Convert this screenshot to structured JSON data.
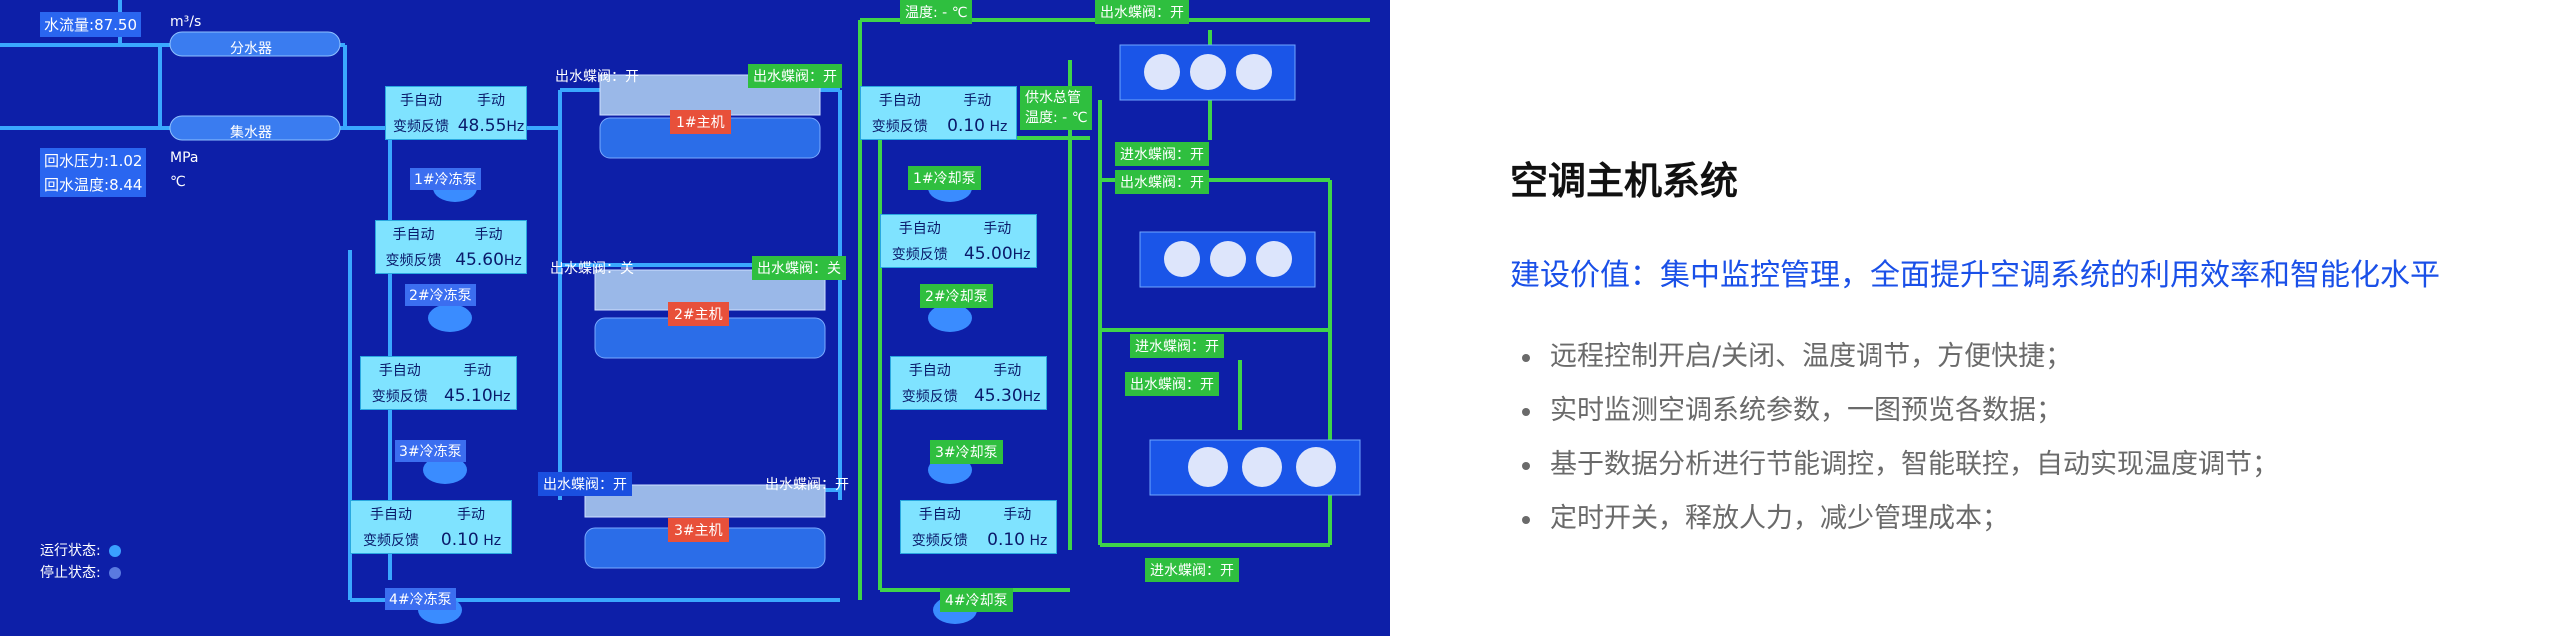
{
  "scada": {
    "supply_flow_label": "水流量:",
    "supply_flow_value": "87.50",
    "supply_flow_unit": "m³/s",
    "distributor": "分水器",
    "collector": "集水器",
    "return_pressure_label": "回水压力:",
    "return_pressure_value": "1.02",
    "return_pressure_unit": "MPa",
    "return_temp_label": "回水温度:",
    "return_temp_value": "8.44",
    "return_temp_unit": "℃",
    "top_temp_label": "温度:",
    "top_temp_value": "-",
    "top_temp_unit": "℃",
    "top_valve": "出水蝶阀：开",
    "supply_header_title": "供水总管",
    "supply_header_temp_label": "温度:",
    "supply_header_temp_value": "-",
    "supply_header_temp_unit": "℃",
    "run_status_label": "运行状态:",
    "stop_status_label": "停止状态:",
    "run_color": "#3aa0ff",
    "stop_color": "#5a7ae0",
    "pump_box": {
      "auto": "手自动",
      "manual": "手动",
      "feedback": "变频反馈",
      "hz": "Hz"
    },
    "chilled_pumps": [
      {
        "name": "1#冷冻泵",
        "value": "48.55"
      },
      {
        "name": "2#冷冻泵",
        "value": "45.60"
      },
      {
        "name": "3#冷冻泵",
        "value": "45.10"
      },
      {
        "name": "4#冷冻泵",
        "value": "0.10"
      }
    ],
    "cooling_pumps": [
      {
        "name": "1#冷却泵",
        "value": "0.10"
      },
      {
        "name": "2#冷却泵",
        "value": "45.00"
      },
      {
        "name": "3#冷却泵",
        "value": "45.30"
      },
      {
        "name": "4#冷却泵",
        "value": "0.10"
      }
    ],
    "chillers": [
      {
        "name": "1#主机",
        "left_valve": "出水蝶阀：开",
        "right_valve": "出水蝶阀：开"
      },
      {
        "name": "2#主机",
        "left_valve": "出水蝶阀：关",
        "right_valve": "出水蝶阀：关"
      },
      {
        "name": "3#主机",
        "left_valve": "出水蝶阀：开",
        "right_valve": "出水蝶阀：开"
      }
    ],
    "towers": [
      {
        "valves": [
          "进水蝶阀：开",
          "出水蝶阀：开"
        ]
      },
      {
        "valves": [
          "进水蝶阀：开",
          "出水蝶阀：开"
        ]
      },
      {
        "valves": [
          "进水蝶阀：开"
        ]
      }
    ]
  },
  "panel": {
    "title": "空调主机系统",
    "subtitle": "建设价值：集中监控管理，全面提升空调系统的利用效率和智能化水平",
    "bullets": [
      "远程控制开启/关闭、温度调节，方便快捷；",
      "实时监测空调系统参数，一图预览各数据；",
      "基于数据分析进行节能调控，智能联控，自动实现温度调节；",
      "定时开关，释放人力，减少管理成本；"
    ]
  }
}
